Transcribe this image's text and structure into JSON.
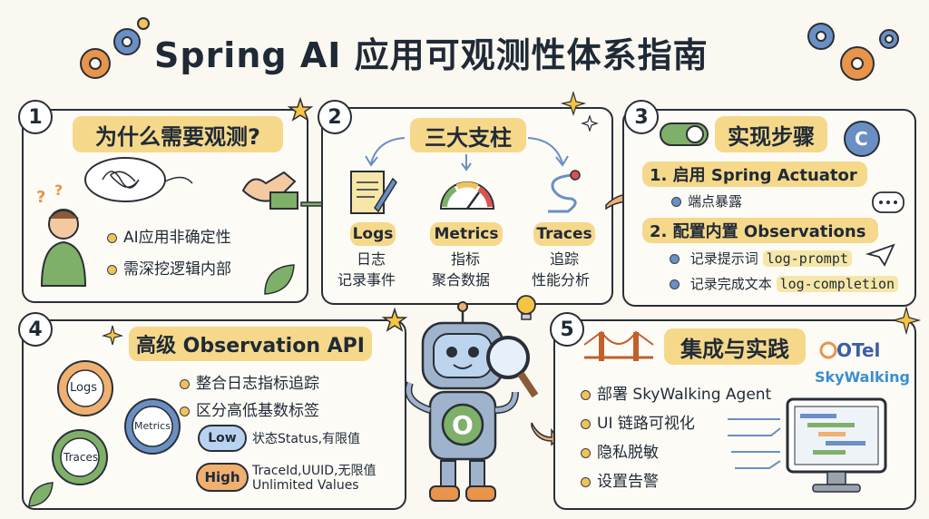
{
  "title": "Spring AI 应用可观测性体系指南",
  "section1": {
    "number": "1",
    "heading": "为什么需要观测?",
    "bullets": [
      "AI应用非确定性",
      "需深挖逻辑内部"
    ]
  },
  "section2": {
    "number": "2",
    "heading": "三大支柱",
    "pillars": [
      {
        "name": "Logs",
        "cn": "日志",
        "desc": "记录事件"
      },
      {
        "name": "Metrics",
        "cn": "指标",
        "desc": "聚合数据"
      },
      {
        "name": "Traces",
        "cn": "追踪",
        "desc": "性能分析"
      }
    ]
  },
  "section3": {
    "number": "3",
    "heading": "实现步骤",
    "step1": "1. 启用 Spring Actuator",
    "step1_sub": "端点暴露",
    "step2": "2. 配置内置 Observations",
    "sub1_label": "记录提示词",
    "sub1_tag": "log-prompt",
    "sub2_label": "记录完成文本",
    "sub2_tag": "log-completion"
  },
  "section4": {
    "number": "4",
    "heading": "高级 Observation API",
    "bullets": [
      "整合日志指标追踪",
      "区分高低基数标签"
    ],
    "gears": [
      "Logs",
      "Metrics",
      "Traces"
    ],
    "low_label": "Low",
    "low_text": "状态Status,有限值",
    "high_label": "High",
    "high_text_1": "TraceId,UUID,无限值",
    "high_text_2": "Unlimited Values"
  },
  "section5": {
    "number": "5",
    "heading": "集成与实践",
    "bullets": [
      "部署 SkyWalking Agent",
      "UI 链路可视化",
      "隐私脱敏",
      "设置告警"
    ],
    "logo_otel": "OTel",
    "logo_skywalking": "SkyWalking"
  },
  "robot_badge": "O",
  "colors": {
    "accent_yellow": "#f6d88a",
    "ink": "#2a2f36",
    "blue": "#6a8fc4",
    "orange": "#e8944a",
    "green": "#7fb069"
  }
}
